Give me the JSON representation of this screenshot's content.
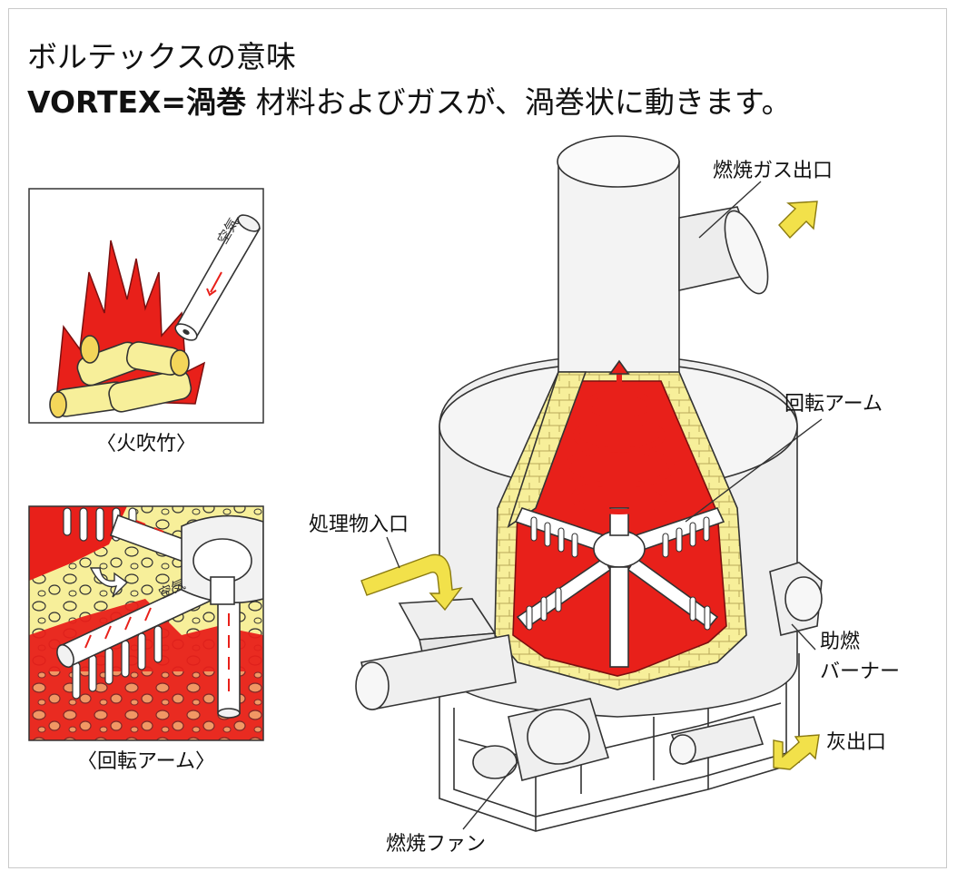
{
  "header": {
    "line1": "ボルテックスの意味",
    "bold": "VORTEX=渦巻",
    "rest": " 材料およびガスが、渦巻状に動きます。"
  },
  "panels": {
    "fire_caption": "〈火吹竹〉",
    "arm_caption": "〈回転アーム〉",
    "air_label_top": "空気",
    "air_label_bottom": "空気"
  },
  "labels": {
    "gas_outlet": "燃焼ガス出口",
    "rotating_arm": "回転アーム",
    "material_inlet": "処理物入口",
    "aux_burner_1": "助燃",
    "aux_burner_2": "バーナー",
    "ash_outlet": "灰出口",
    "combustion_fan": "燃焼ファン"
  },
  "colors": {
    "flame_red": "#e8201a",
    "brick_yellow": "#f7ef9a",
    "arrow_yellow": "#f2e14a",
    "machine_fill": "#efefef",
    "outline": "#333333"
  }
}
